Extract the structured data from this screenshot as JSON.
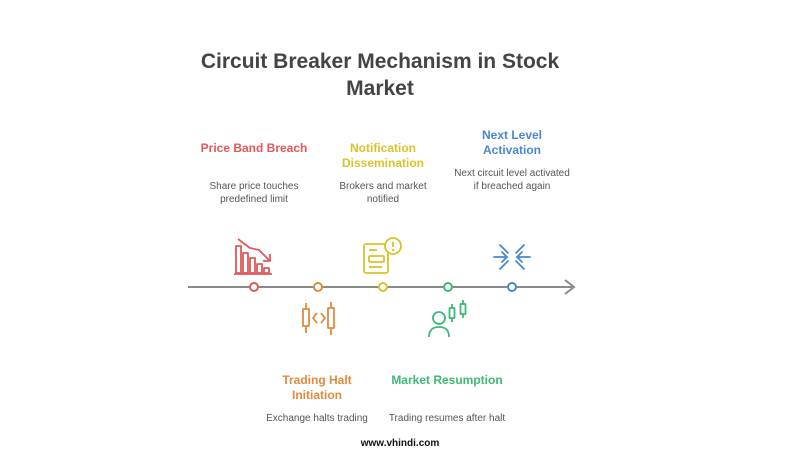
{
  "title": "Circuit Breaker Mechanism in Stock Market",
  "steps": [
    {
      "title": "Price Band Breach",
      "description": "Share price touches predefined limit",
      "color": "#e0585b",
      "icon": "falling-bar-chart-icon"
    },
    {
      "title": "Trading Halt Initiation",
      "description": "Exchange halts trading",
      "color": "#e08a3c",
      "icon": "halted-candlesticks-icon"
    },
    {
      "title": "Notification Dissemination",
      "description": "Brokers and market notified",
      "color": "#d9c32a",
      "icon": "notification-alert-icon"
    },
    {
      "title": "Market Resumption",
      "description": "Trading resumes after halt",
      "color": "#3cb878",
      "icon": "trader-with-candlesticks-icon"
    },
    {
      "title": "Next Level Activation",
      "description": "Next circuit level activated if breached again",
      "color": "#4a86d4",
      "icon": "converging-arrows-icon"
    }
  ],
  "footer": "www.vhindi.com"
}
